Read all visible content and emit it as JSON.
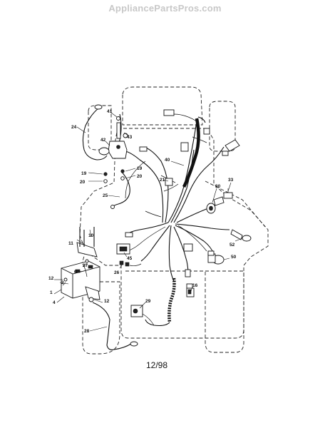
{
  "watermark": "AppliancePartsPros.com",
  "date_code": "12/98",
  "callouts": {
    "c41": "41",
    "c43": "43",
    "c42": "42",
    "c24": "24",
    "c19a": "19",
    "c19b": "19",
    "c20a": "20",
    "c20b": "20",
    "c25": "25",
    "c40": "40",
    "c21": "21",
    "c30": "30",
    "c33": "33",
    "c10": "10",
    "c11": "11",
    "c45": "45",
    "c52": "52",
    "c50": "50",
    "c27": "27",
    "c6": "6",
    "c12a": "12",
    "c2": "2",
    "c1": "1",
    "c4": "4",
    "c12b": "12",
    "c26": "26",
    "c16": "16",
    "c29": "29",
    "c28": "28"
  }
}
